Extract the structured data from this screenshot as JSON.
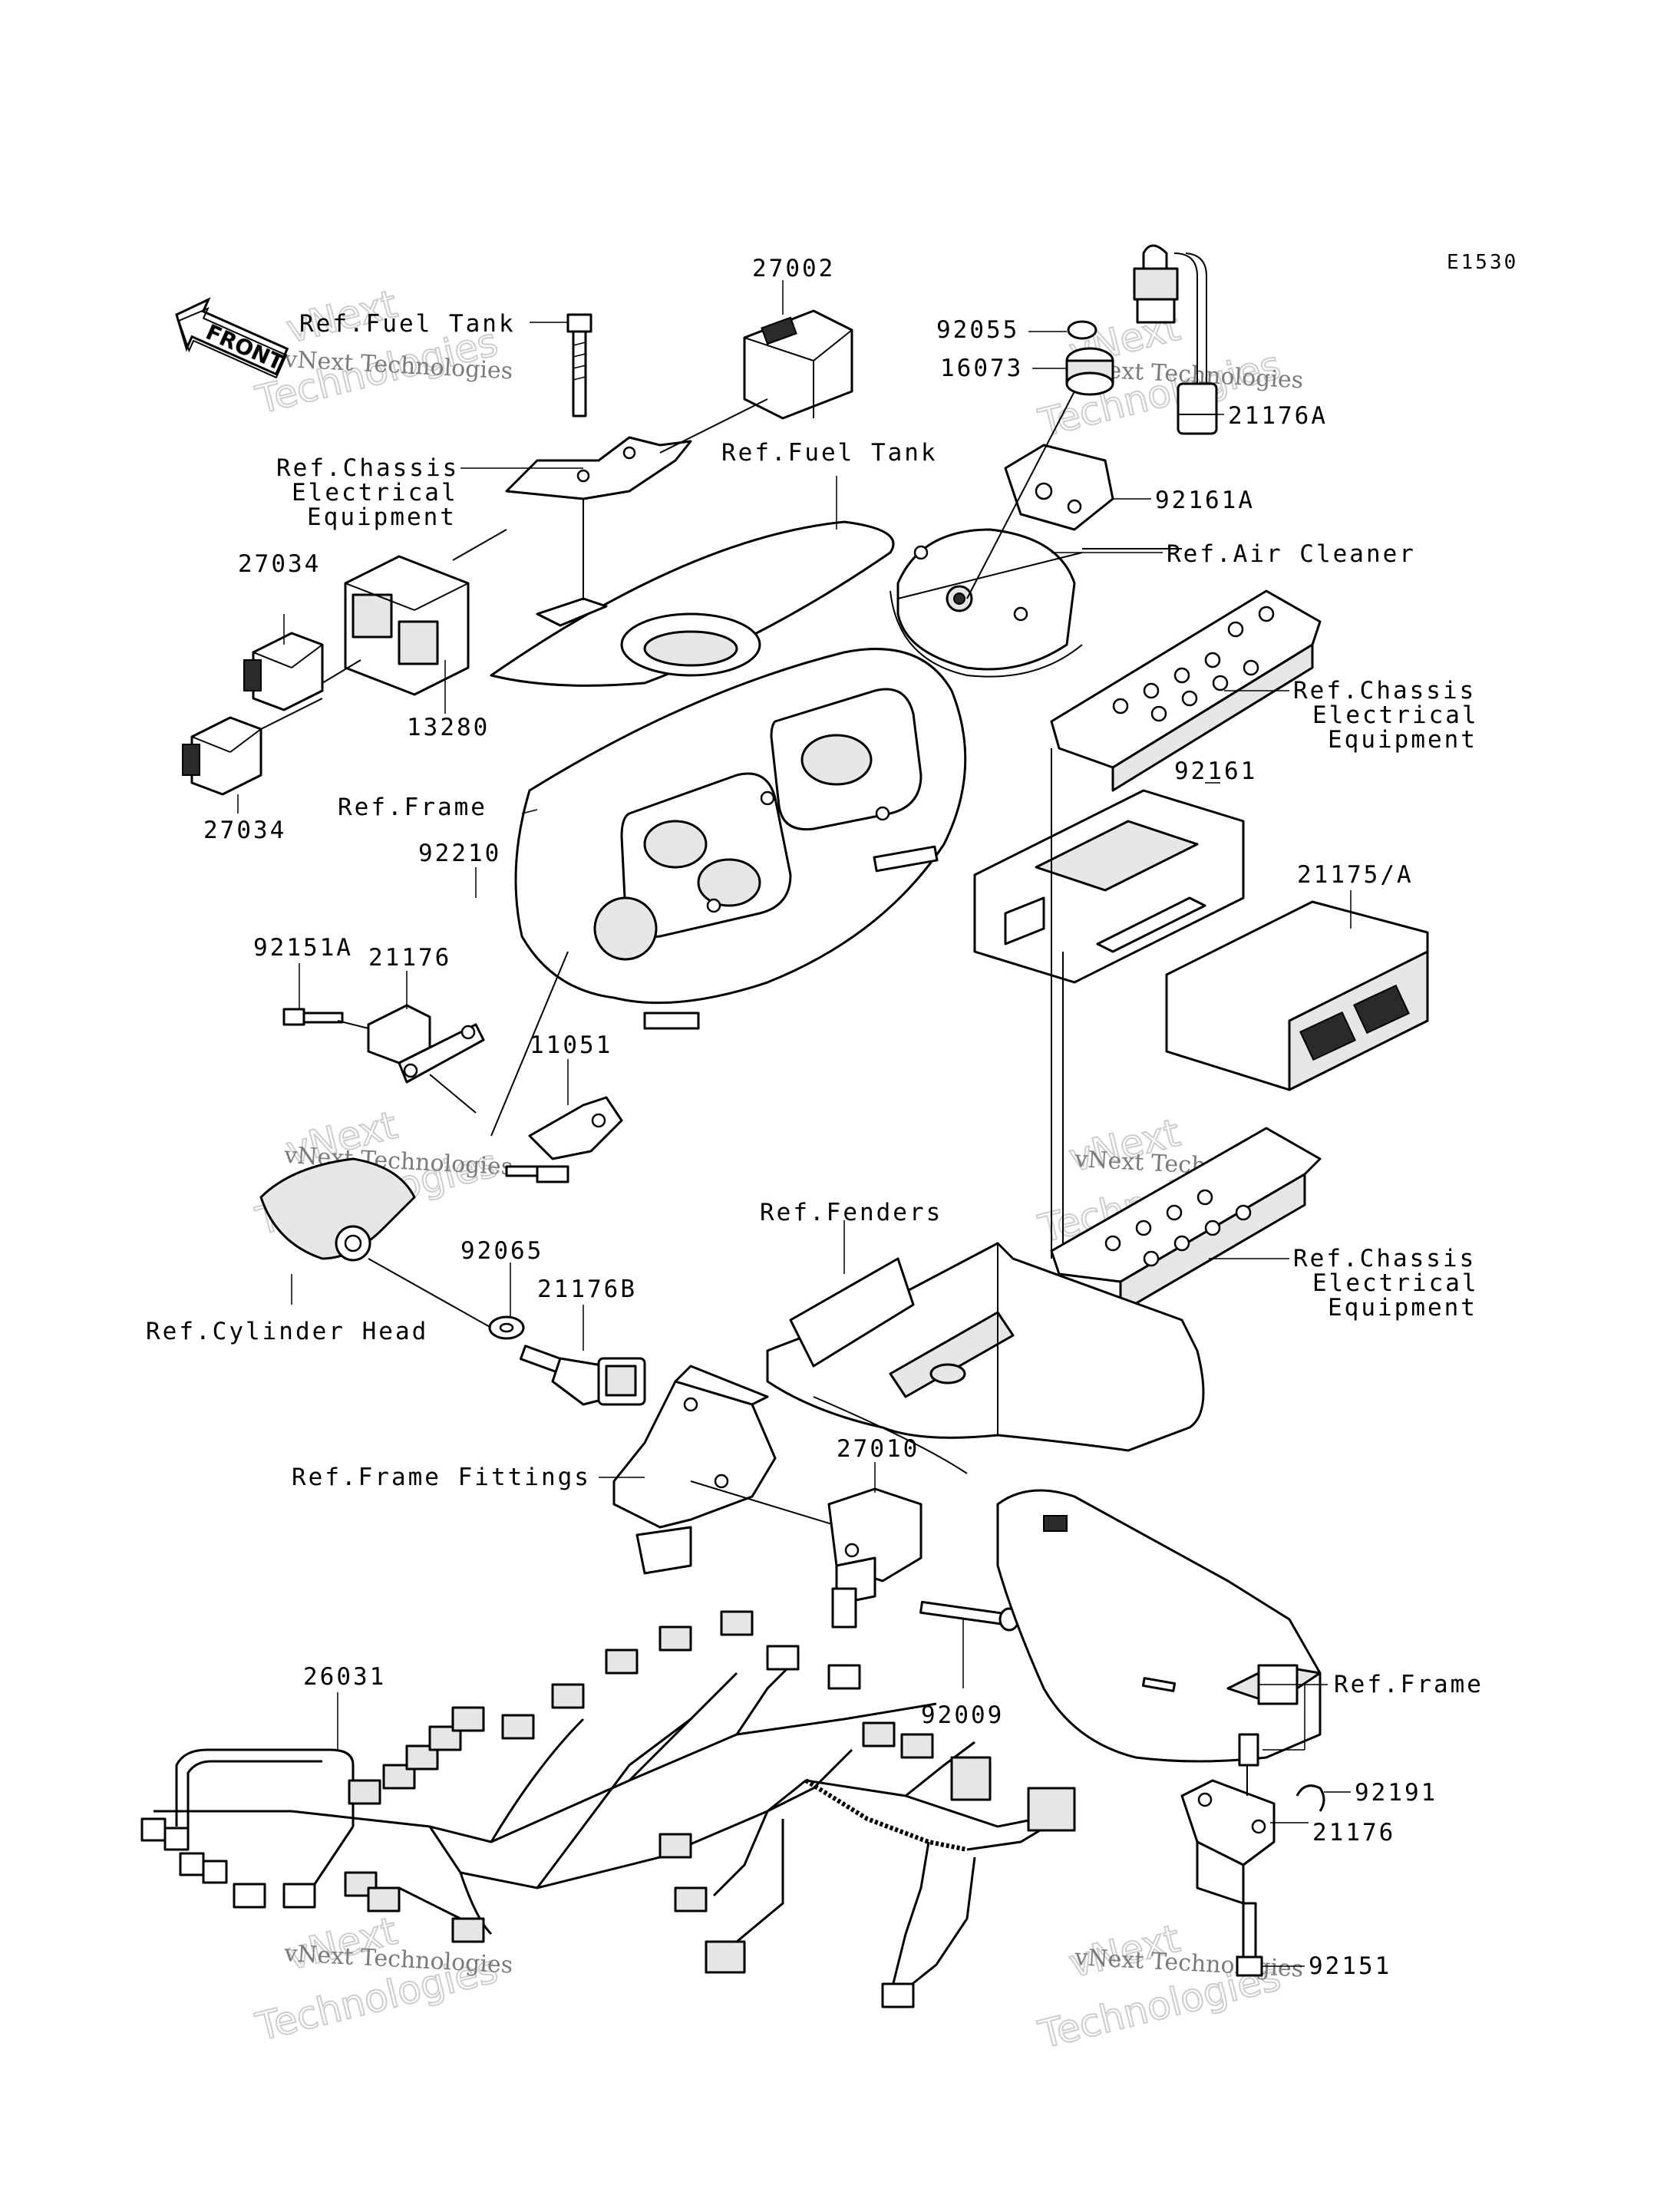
{
  "diagram_code": "E1530",
  "front_arrow_text": "FRONT",
  "watermark": {
    "line1": "vNext Technologies",
    "line2": "vNext",
    "line3": "Technologies"
  },
  "labels": {
    "p27002": "27002",
    "ref_fuel_tank_top": "Ref.Fuel Tank",
    "ref_chassis_1_l1": "Ref.Chassis",
    "ref_chassis_1_l2": "Electrical",
    "ref_chassis_1_l3": "Equipment",
    "p27034_a": "27034",
    "p13280": "13280",
    "p27034_b": "27034",
    "ref_fuel_tank_mid": "Ref.Fuel Tank",
    "p92055": "92055",
    "p16073": "16073",
    "p21176A": "21176A",
    "p92161A": "92161A",
    "ref_air_cleaner": "Ref.Air Cleaner",
    "ref_chassis_2_l1": "Ref.Chassis",
    "ref_chassis_2_l2": "Electrical",
    "ref_chassis_2_l3": "Equipment",
    "ref_frame_1": "Ref.Frame",
    "p92210": "92210",
    "p92161": "92161",
    "p21175A": "21175/A",
    "p92151A": "92151A",
    "p21176_a": "21176",
    "p11051": "11051",
    "p92065": "92065",
    "ref_cylinder_head": "Ref.Cylinder Head",
    "p21176B": "21176B",
    "ref_fenders": "Ref.Fenders",
    "ref_chassis_3_l1": "Ref.Chassis",
    "ref_chassis_3_l2": "Electrical",
    "ref_chassis_3_l3": "Equipment",
    "ref_frame_fittings": "Ref.Frame Fittings",
    "p27010": "27010",
    "p92009": "92009",
    "p26031": "26031",
    "ref_frame_2": "Ref.Frame",
    "p92191": "92191",
    "p21176_b": "21176",
    "p92151": "92151"
  }
}
